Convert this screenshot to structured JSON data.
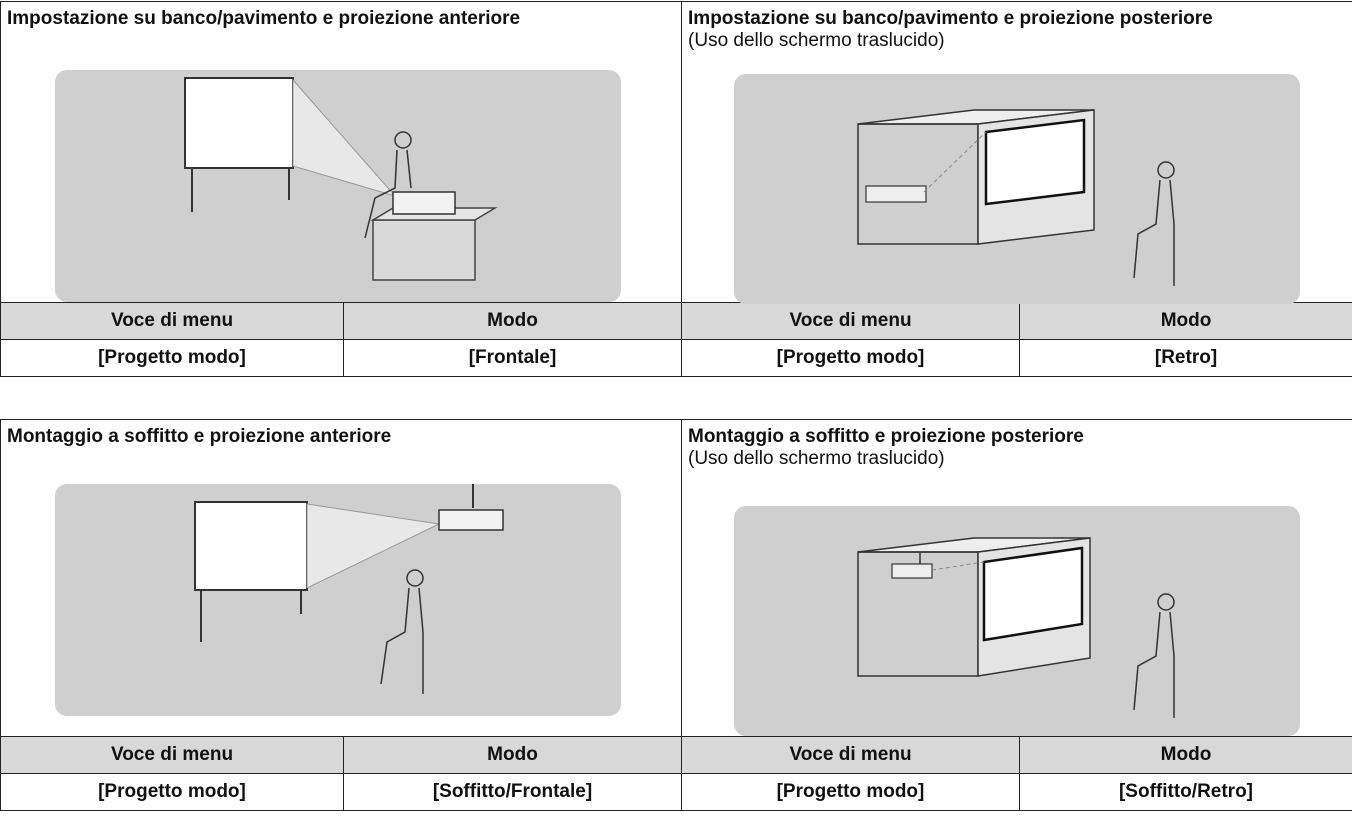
{
  "panels": [
    {
      "title": "Impostazione su banco/pavimento e proiezione anteriore",
      "subtitle": "",
      "menu_header": "Voce di menu",
      "mode_header": "Modo",
      "menu_value": "[Progetto modo]",
      "mode_value": "[Frontale]"
    },
    {
      "title": "Impostazione su banco/pavimento e proiezione posteriore",
      "subtitle": "(Uso dello schermo traslucido)",
      "menu_header": "Voce di menu",
      "mode_header": "Modo",
      "menu_value": "[Progetto modo]",
      "mode_value": "[Retro]"
    },
    {
      "title": "Montaggio a soffitto e proiezione anteriore",
      "subtitle": "",
      "menu_header": "Voce di menu",
      "mode_header": "Modo",
      "menu_value": "[Progetto modo]",
      "mode_value": "[Soffitto/Frontale]"
    },
    {
      "title": "Montaggio a soffitto e proiezione posteriore",
      "subtitle": "(Uso dello schermo traslucido)",
      "menu_header": "Voce di menu",
      "mode_header": "Modo",
      "menu_value": "[Progetto modo]",
      "mode_value": "[Soffitto/Retro]"
    }
  ],
  "colors": {
    "illustration_bg": "#cfcfcf",
    "header_bg": "#d8d8d8",
    "border": "#222222"
  }
}
